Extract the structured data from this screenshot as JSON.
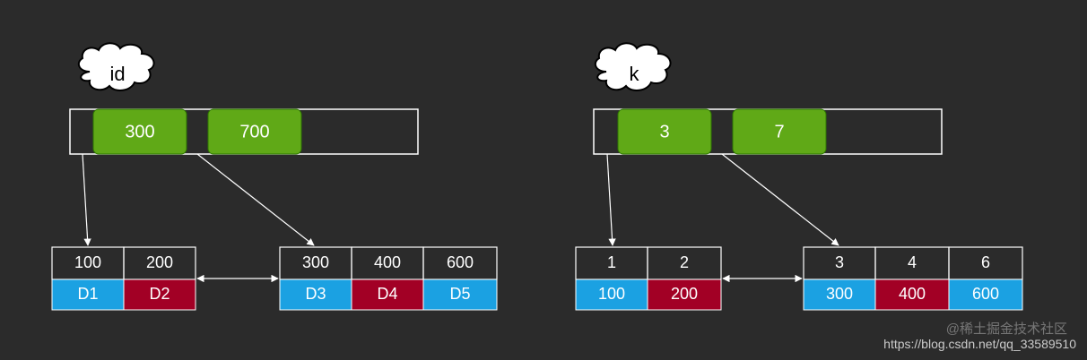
{
  "colors": {
    "background": "#2b2b2b",
    "key_green": "#60a917",
    "data_blue": "#1ba1e2",
    "data_red": "#a20025",
    "stroke": "#ffffff"
  },
  "trees": [
    {
      "label": "id",
      "root_keys": [
        "300",
        "700"
      ],
      "leaves": [
        {
          "keys": [
            "100",
            "200"
          ],
          "values": [
            "D1",
            "D2"
          ],
          "value_colors": [
            "blue",
            "red"
          ]
        },
        {
          "keys": [
            "300",
            "400",
            "600"
          ],
          "values": [
            "D3",
            "D4",
            "D5"
          ],
          "value_colors": [
            "blue",
            "red",
            "blue"
          ]
        }
      ]
    },
    {
      "label": "k",
      "root_keys": [
        "3",
        "7"
      ],
      "leaves": [
        {
          "keys": [
            "1",
            "2"
          ],
          "values": [
            "100",
            "200"
          ],
          "value_colors": [
            "blue",
            "red"
          ]
        },
        {
          "keys": [
            "3",
            "4",
            "6"
          ],
          "values": [
            "300",
            "400",
            "600"
          ],
          "value_colors": [
            "blue",
            "red",
            "blue"
          ]
        }
      ]
    }
  ],
  "watermark": {
    "site": "@稀土掘金技术社区",
    "url": "https://blog.csdn.net/qq_33589510"
  }
}
